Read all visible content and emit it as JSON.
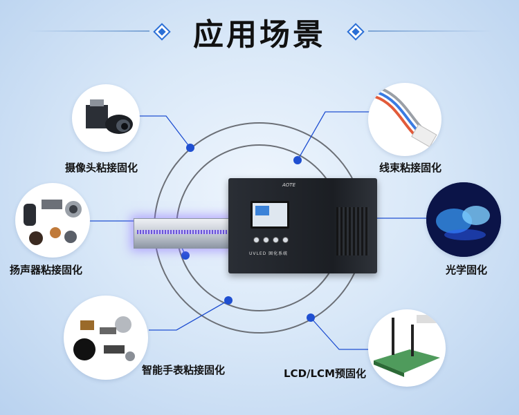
{
  "header": {
    "title": "应用场景"
  },
  "scenarios": [
    {
      "label": "摄像头粘接固化",
      "icon": "camera-module-photo"
    },
    {
      "label": "线束粘接固化",
      "icon": "wire-harness-photo"
    },
    {
      "label": "扬声器粘接固化",
      "icon": "speaker-parts-photo"
    },
    {
      "label": "光学固化",
      "icon": "optical-lens-photo"
    },
    {
      "label": "智能手表粘接固化",
      "icon": "smartwatch-parts-photo"
    },
    {
      "label": "LCD/LCM预固化",
      "icon": "lcd-panel-photo"
    }
  ],
  "product": {
    "brand": "AOTE",
    "panel_label": "UVLED 固化系统"
  },
  "colors": {
    "accent": "#1f4fd1",
    "ring": "#6b6f76",
    "background": "#d9e8f8"
  }
}
